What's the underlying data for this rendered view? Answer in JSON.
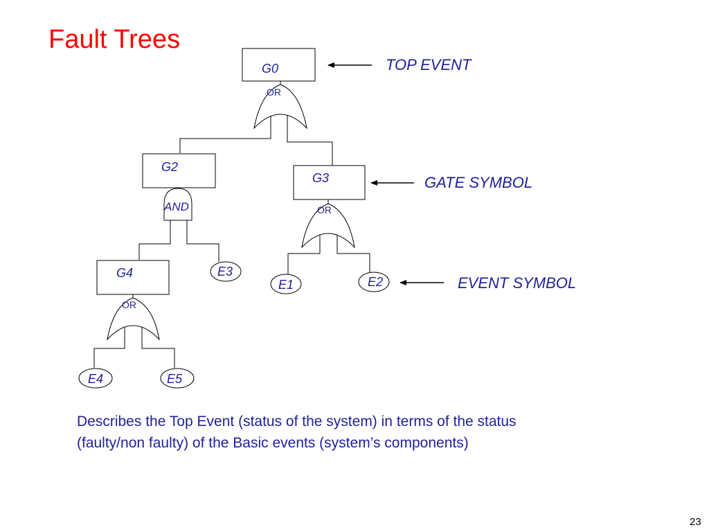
{
  "slide": {
    "title": "Fault Trees",
    "description_line_1": "Describes the Top Event (status of the system) in terms of the status",
    "description_line_2": "(faulty/non faulty) of the Basic events (system’s components)",
    "page_number": "23"
  },
  "tree": {
    "boxes": {
      "g0": "G0",
      "g2": "G2",
      "g3": "G3",
      "g4": "G4"
    },
    "gates": {
      "g0_gate": "OR",
      "g2_gate": "AND",
      "g3_gate": "OR",
      "g4_gate": "OR"
    },
    "events": {
      "e1": "E1",
      "e2": "E2",
      "e3": "E3",
      "e4": "E4",
      "e5": "E5"
    },
    "callouts": {
      "top_event": "TOP EVENT",
      "gate_symbol": "GATE SYMBOL",
      "event_symbol": "EVENT SYMBOL"
    }
  },
  "colors": {
    "title": "#ff0000",
    "text": "#1f1f9a",
    "lines": "#000000"
  }
}
